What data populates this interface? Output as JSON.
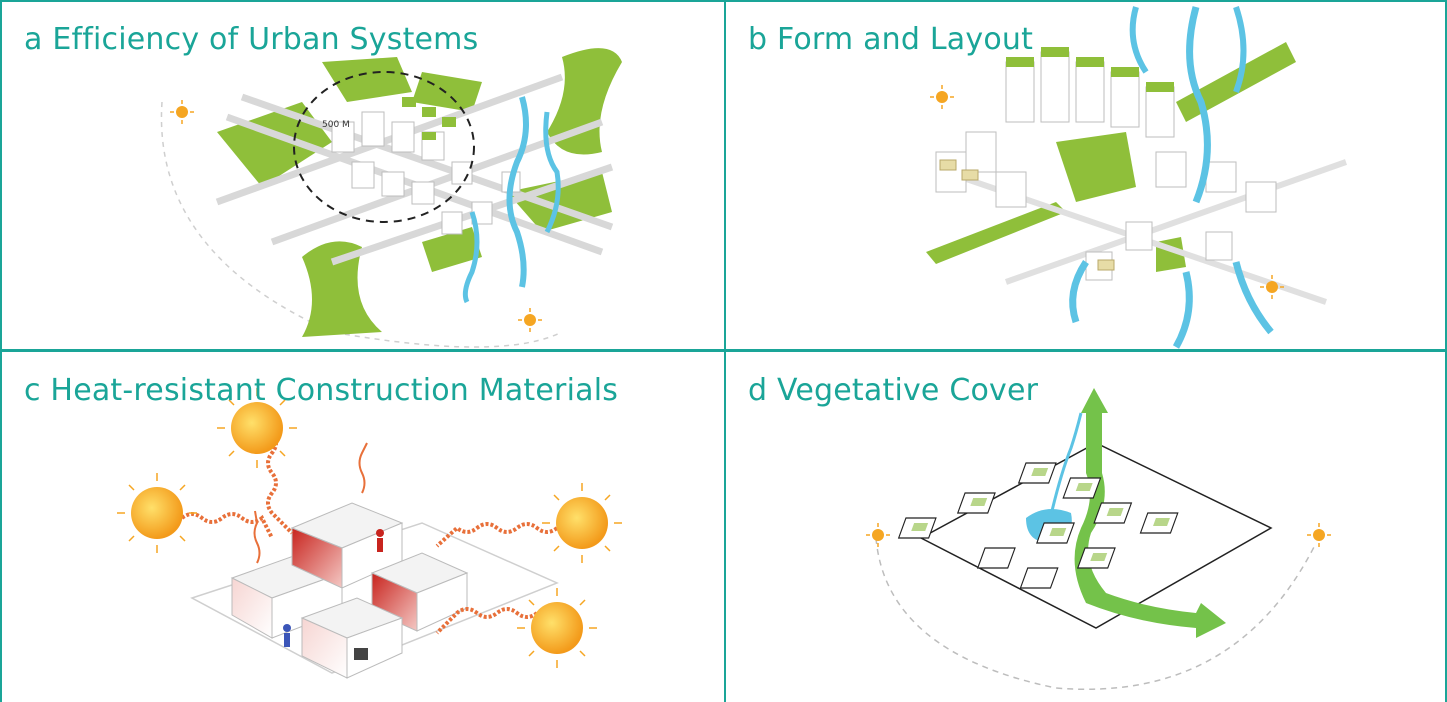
{
  "colors": {
    "border": "#1aa598",
    "title": "#1aa598",
    "green": "#8fbf3a",
    "water": "#5cc3e4",
    "sun": "#f5a623",
    "heat": "#e8703a",
    "building_red": "#c8241e"
  },
  "panels": [
    {
      "title": "a Efficiency of Urban Systems",
      "label_500m": "500 M",
      "icons": [
        "sun-icon",
        "sun-icon"
      ]
    },
    {
      "title": "b  Form and Layout",
      "icons": [
        "sun-icon",
        "sun-icon"
      ]
    },
    {
      "title": "c Heat-resistant Construction Materials",
      "icons": [
        "sun-icon",
        "sun-icon",
        "sun-icon",
        "sun-icon",
        "person-icon",
        "person-icon"
      ]
    },
    {
      "title": "d Vegetative Cover",
      "icons": [
        "sun-icon",
        "sun-icon"
      ]
    }
  ]
}
